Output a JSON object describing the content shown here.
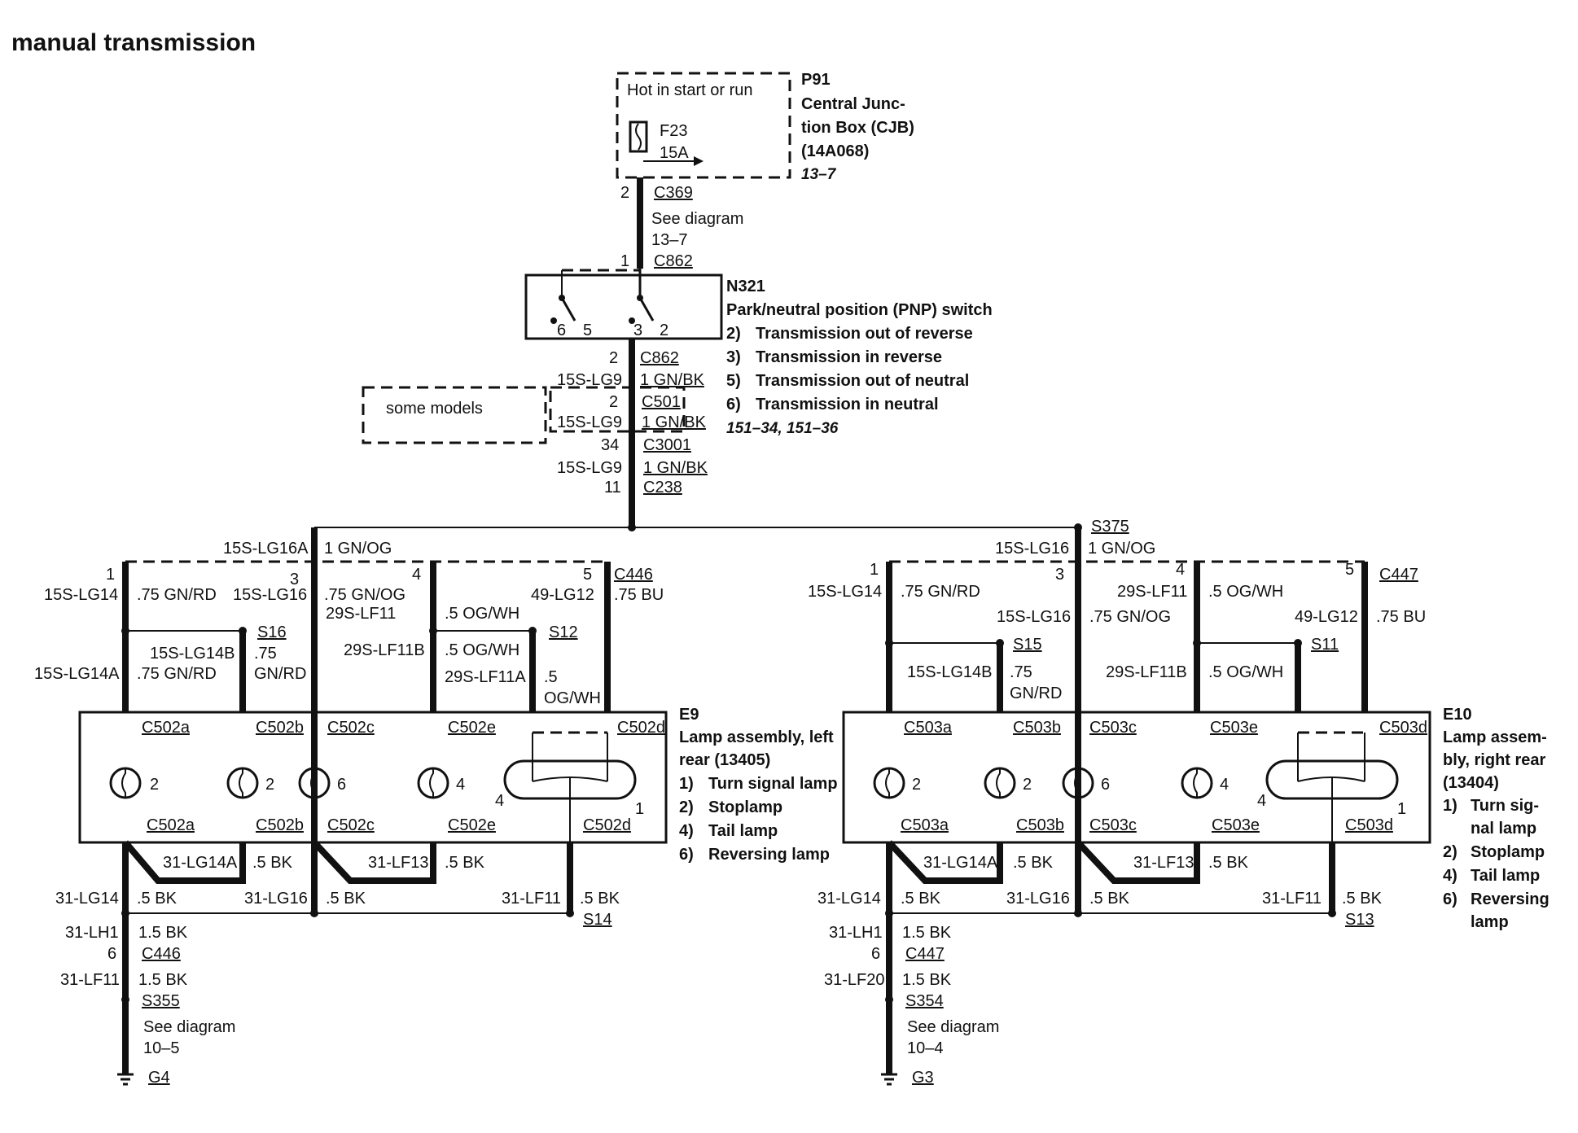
{
  "title": "manual transmission",
  "top": {
    "p91": {
      "id": "P91",
      "lines": [
        "Central Junc-",
        "tion Box (CJB)",
        "(14A068)"
      ],
      "ref": "13–7"
    },
    "hot": "Hot in start or run",
    "fuse": "F23",
    "fuse_amp": "15A",
    "c369_pin": "2",
    "c369": "C369",
    "see_lines": [
      "See diagram",
      "13–7"
    ],
    "c862_pin_top": "1",
    "c862_top": "C862",
    "n321": {
      "id": "N321",
      "name": "Park/neutral position (PNP) switch",
      "items": [
        {
          "num": "2)",
          "text": "Transmission out of reverse"
        },
        {
          "num": "3)",
          "text": "Transmission in reverse"
        },
        {
          "num": "5)",
          "text": "Transmission out of neutral"
        },
        {
          "num": "6)",
          "text": "Transmission in neutral"
        }
      ],
      "ref": "151–34, 151–36",
      "pins": [
        "6",
        "5",
        "3",
        "2"
      ]
    },
    "c862_pin_bot": "2",
    "c862_bot": "C862",
    "w1_circ": "15S-LG9",
    "w1_spec": "1 GN/BK",
    "some_models": "some models",
    "c501_pin": "2",
    "c501": "C501",
    "w2_circ": "15S-LG9",
    "w2_spec": "1 GN/BK",
    "c3001_pin": "34",
    "c3001": "C3001",
    "w3_circ": "15S-LG9",
    "w3_spec": "1 GN/BK",
    "c238_pin": "11",
    "c238": "C238",
    "s375": "S375"
  },
  "left": {
    "feed_circ": "15S-LG16A",
    "feed_spec": "1 GN/OG",
    "c446": "C446",
    "pins": [
      "1",
      "3",
      "4",
      "5"
    ],
    "w_lg14_circ": "15S-LG14",
    "w_lg14_spec": ".75 GN/RD",
    "w_lg16_circ": "15S-LG16",
    "w_lg16_spec": ".75 GN/OG",
    "w_lf11_circ": "29S-LF11",
    "w_lf11_spec": ".5 OG/WH",
    "w_lg12_circ": "49-LG12",
    "w_lg12_spec": ".75 BU",
    "splice_a": "S16",
    "br_a_circ": "15S-LG14B",
    "br_a_spec1": ".75",
    "br_a_spec2": "GN/RD",
    "w_lg14a_circ": "15S-LG14A",
    "w_lg14a_spec": ".75 GN/RD",
    "splice_b": "S12",
    "br_b1_circ": "29S-LF11B",
    "br_b1_spec": ".5 OG/WH",
    "br_b2_circ": "29S-LF11A",
    "br_b2_spec1": ".5",
    "br_b2_spec2": "OG/WH",
    "assembly": {
      "id": "E9",
      "lines": [
        "Lamp assembly, left",
        "rear (13405)"
      ],
      "items": [
        {
          "num": "1)",
          "text": "Turn signal lamp"
        },
        {
          "num": "2)",
          "text": "Stoplamp"
        },
        {
          "num": "4)",
          "text": "Tail lamp"
        },
        {
          "num": "6)",
          "text": "Reversing lamp"
        }
      ]
    },
    "conn_top": [
      "C502a",
      "C502b",
      "C502c",
      "C502e",
      "C502d"
    ],
    "conn_bot": [
      "C502a",
      "C502b",
      "C502c",
      "C502e",
      "C502d"
    ],
    "bulb_nums": [
      "2",
      "2",
      "6",
      "4"
    ],
    "dual_left": "4",
    "dual_right": "1",
    "g_a_circ": "31-LG14A",
    "g_a_spec": ".5 BK",
    "g_b_circ": "31-LF13",
    "g_b_spec": ".5 BK",
    "g1_circ": "31-LG14",
    "g1_spec": ".5 BK",
    "g2_circ": "31-LG16",
    "g2_spec": ".5 BK",
    "g3_circ": "31-LF11",
    "g3_spec": ".5 BK",
    "splice_g": "S14",
    "lh_circ": "31-LH1",
    "lh_spec": "1.5 BK",
    "conn_pin": "6",
    "conn": "C446",
    "lf_circ": "31-LF11",
    "lf_spec": "1.5 BK",
    "splice_s": "S355",
    "see_lines": [
      "See diagram",
      "10–5"
    ],
    "ground": "G4"
  },
  "right": {
    "feed_circ": "15S-LG16",
    "feed_spec": "1 GN/OG",
    "c447": "C447",
    "pins": [
      "1",
      "3",
      "4",
      "5"
    ],
    "w_lg14_circ": "15S-LG14",
    "w_lg14_spec": ".75 GN/RD",
    "w_lf11_circ": "29S-LF11",
    "w_lf11_spec": ".5 OG/WH",
    "w_lg16_circ": "15S-LG16",
    "w_lg16_spec": ".75 GN/OG",
    "w_lg12_circ": "49-LG12",
    "w_lg12_spec": ".75 BU",
    "splice_a": "S15",
    "br_a_circ": "15S-LG14B",
    "br_a_spec1": ".75",
    "br_a_spec2": "GN/RD",
    "splice_b": "S11",
    "br_b_circ": "29S-LF11B",
    "br_b_spec": ".5 OG/WH",
    "assembly": {
      "id": "E10",
      "lines": [
        "Lamp assem-",
        "bly, right rear",
        "(13404)"
      ],
      "items": [
        {
          "num": "1)",
          "lines": [
            "Turn sig-",
            "nal lamp"
          ]
        },
        {
          "num": "2)",
          "lines": [
            "Stoplamp"
          ]
        },
        {
          "num": "4)",
          "lines": [
            "Tail lamp"
          ]
        },
        {
          "num": "6)",
          "lines": [
            "Reversing",
            "lamp"
          ]
        }
      ]
    },
    "conn_top": [
      "C503a",
      "C503b",
      "C503c",
      "C503e",
      "C503d"
    ],
    "conn_bot": [
      "C503a",
      "C503b",
      "C503c",
      "C503e",
      "C503d"
    ],
    "bulb_nums": [
      "2",
      "2",
      "6",
      "4"
    ],
    "dual_left": "4",
    "dual_right": "1",
    "g_a_circ": "31-LG14A",
    "g_a_spec": ".5 BK",
    "g_b_circ": "31-LF13",
    "g_b_spec": ".5 BK",
    "g1_circ": "31-LG14",
    "g1_spec": ".5 BK",
    "g2_circ": "31-LG16",
    "g2_spec": ".5 BK",
    "g3_circ": "31-LF11",
    "g3_spec": ".5 BK",
    "splice_g": "S13",
    "lh_circ": "31-LH1",
    "lh_spec": "1.5 BK",
    "conn_pin": "6",
    "conn": "C447",
    "lf_circ": "31-LF20",
    "lf_spec": "1.5 BK",
    "splice_s": "S354",
    "see_lines": [
      "See diagram",
      "10–4"
    ],
    "ground": "G3"
  }
}
